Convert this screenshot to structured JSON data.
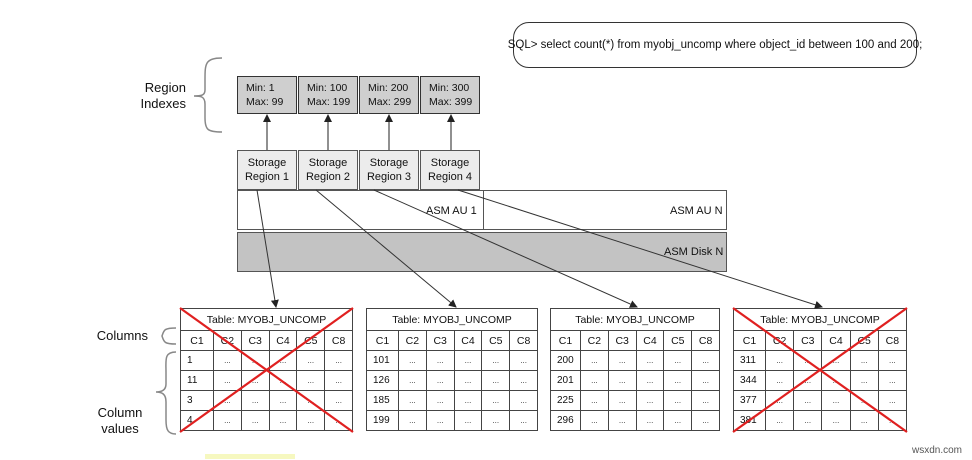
{
  "sql_query": "SQL> select count(*) from myobj_uncomp where object_id between 100 and 200;",
  "labels": {
    "region_indexes": [
      "Region",
      "Indexes"
    ],
    "columns": "Columns",
    "column_values": [
      "Column",
      "values"
    ]
  },
  "region_indexes": [
    {
      "min": "Min: 1",
      "max": "Max: 99"
    },
    {
      "min": "Min: 100",
      "max": "Max: 199"
    },
    {
      "min": "Min: 200",
      "max": "Max: 299"
    },
    {
      "min": "Min: 300",
      "max": "Max: 399"
    }
  ],
  "storage_regions": [
    [
      "Storage",
      "Region 1"
    ],
    [
      "Storage",
      "Region 2"
    ],
    [
      "Storage",
      "Region 3"
    ],
    [
      "Storage",
      "Region 4"
    ]
  ],
  "asm": {
    "au1": "ASM AU 1",
    "au_n": "ASM AU N",
    "disk_n": "ASM Disk N"
  },
  "tables": [
    {
      "title": "Table: MYOBJ_UNCOMP",
      "columns": [
        "C1",
        "C2",
        "C3",
        "C4",
        "C5",
        "C8"
      ],
      "first_col": [
        "1",
        "11",
        "3",
        "4"
      ],
      "crossed": true
    },
    {
      "title": "Table: MYOBJ_UNCOMP",
      "columns": [
        "C1",
        "C2",
        "C3",
        "C4",
        "C5",
        "C8"
      ],
      "first_col": [
        "101",
        "126",
        "185",
        "199"
      ],
      "crossed": false
    },
    {
      "title": "Table: MYOBJ_UNCOMP",
      "columns": [
        "C1",
        "C2",
        "C3",
        "C4",
        "C5",
        "C8"
      ],
      "first_col": [
        "200",
        "201",
        "225",
        "296"
      ],
      "crossed": false
    },
    {
      "title": "Table: MYOBJ_UNCOMP",
      "columns": [
        "C1",
        "C2",
        "C3",
        "C4",
        "C5",
        "C8"
      ],
      "first_col": [
        "311",
        "344",
        "377",
        "381"
      ],
      "crossed": true
    }
  ],
  "cell_placeholder": "...",
  "colors": {
    "cross": "#e02020",
    "region_fill": "#cfcfcf",
    "disk_fill": "#c3c3c3"
  },
  "watermark": "wsxdn.com"
}
